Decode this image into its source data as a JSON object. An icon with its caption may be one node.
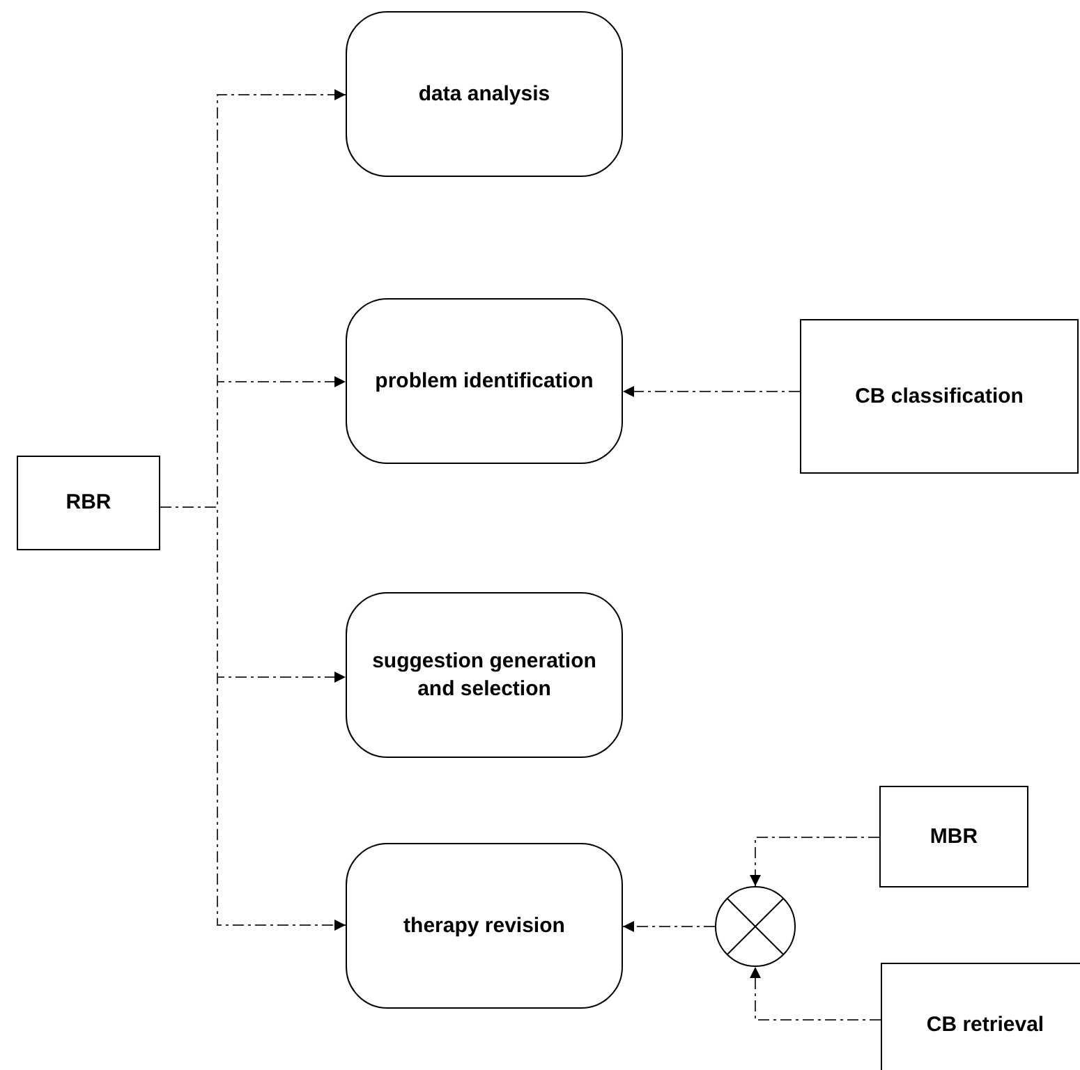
{
  "diagram": {
    "nodes": [
      {
        "text": [
          "RBR"
        ]
      },
      {
        "text": [
          "data analysis"
        ]
      },
      {
        "text": [
          "problem identification"
        ]
      },
      {
        "text": [
          "suggestion generation and selection"
        ]
      },
      {
        "text": [
          "therapy revision"
        ]
      },
      {
        "text": [
          "CB classification"
        ]
      },
      {
        "text": [
          "MBR"
        ]
      },
      {
        "text": [],
        "shape": "circle"
      },
      {
        "text": [
          "CB retrieval"
        ]
      }
    ],
    "edges": [
      {
        "from": 0,
        "to": 1,
        "arrow": "to"
      },
      {
        "from": 0,
        "to": 2,
        "arrow": "to"
      },
      {
        "from": 0,
        "to": 3,
        "arrow": "to"
      },
      {
        "from": 0,
        "to": 4,
        "arrow": "to"
      },
      {
        "from": 5,
        "to": 2,
        "arrow": "to"
      },
      {
        "from": 6,
        "to": 7,
        "arrow": "to"
      },
      {
        "from": 8,
        "to": 7,
        "arrow": "to"
      },
      {
        "from": 7,
        "to": 4,
        "arrow": "to"
      }
    ]
  }
}
